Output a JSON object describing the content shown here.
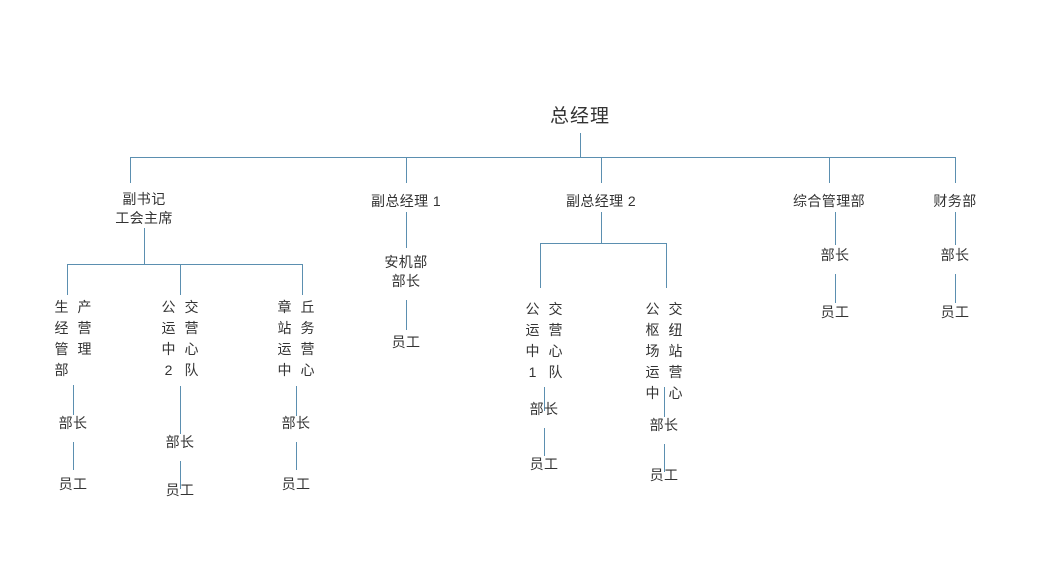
{
  "chart_title": "总经理",
  "colors": {
    "line": "#5b8fb0",
    "text": "#333333",
    "background": "#ffffff"
  },
  "labels": {
    "director": "部长",
    "staff": "员工"
  },
  "org": {
    "root": {
      "name": "总经理"
    },
    "level2": [
      {
        "id": "deputy-secretary",
        "line1": "副书记",
        "line2": "工会主席"
      },
      {
        "id": "deputy-gm-1",
        "line1": "副总经理 1"
      },
      {
        "id": "deputy-gm-2",
        "line1": "副总经理 2"
      },
      {
        "id": "general-admin-dept",
        "line1": "综合管理部"
      },
      {
        "id": "finance-dept",
        "line1": "财务部"
      }
    ],
    "vertical_nodes": [
      {
        "id": "production-operations-mgmt-dept",
        "full": "生产经营管理部",
        "col1": [
          "生",
          "经",
          "管",
          "部"
        ],
        "col2": [
          "产",
          "营",
          "理"
        ]
      },
      {
        "id": "bus-operations-center-team-2",
        "full": "公交运营中心2队",
        "col1": [
          "公",
          "运",
          "中",
          "2"
        ],
        "col2": [
          "交",
          "营",
          "心",
          "队"
        ]
      },
      {
        "id": "zhangqiu-station-operations-center",
        "full": "章丘站务运营中心",
        "col1": [
          "章",
          "站",
          "运",
          "中"
        ],
        "col2": [
          "丘",
          "务",
          "营",
          "心"
        ]
      },
      {
        "id": "bus-operations-center-team-1",
        "full": "公交运营中心1队",
        "col1": [
          "公",
          "运",
          "中",
          "1"
        ],
        "col2": [
          "交",
          "营",
          "心",
          "队"
        ]
      },
      {
        "id": "bus-hub-station-operations-center",
        "full": "公交枢纽场站运营中心",
        "col1": [
          "公",
          "枢",
          "场",
          "运",
          "中"
        ],
        "col2": [
          "交",
          "纽",
          "站",
          "营",
          "心"
        ]
      }
    ],
    "simple_nodes": [
      {
        "id": "safety-machinery-dept",
        "name": "安机部"
      }
    ]
  }
}
